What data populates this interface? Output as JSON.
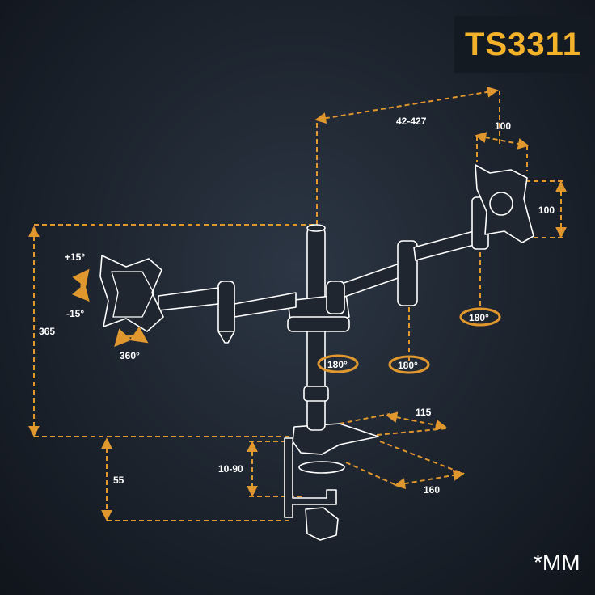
{
  "model": "TS3311",
  "unit_note": "*MM",
  "accent_color": "#e0972e",
  "badge_color": "#f4b12a",
  "dimensions": {
    "arm_reach": "42-427",
    "vesa_width": "100",
    "vesa_height": "100",
    "pole_height": "365",
    "clamp_offset": "55",
    "clamp_range": "10-90",
    "base_width": "115",
    "base_depth": "160"
  },
  "rotations": {
    "tilt_up": "+15°",
    "tilt_down": "-15°",
    "screen_rotation": "360°",
    "right_head_swivel": "180°",
    "pole_swivel": "180°",
    "arm_joint_swivel": "180°"
  }
}
